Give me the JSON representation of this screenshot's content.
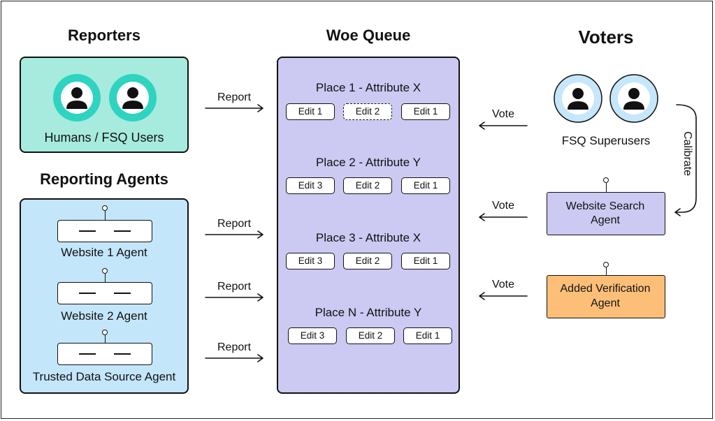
{
  "reporters": {
    "heading": "Reporters",
    "caption": "Humans / FSQ Users",
    "colors": {
      "panel_fill": "#a6ebde",
      "avatar_ring": "#2ed4c0"
    }
  },
  "reporting_agents": {
    "heading": "Reporting Agents",
    "items": [
      {
        "label": "Website 1 Agent"
      },
      {
        "label": "Website 2 Agent"
      },
      {
        "label": "Trusted Data Source Agent"
      }
    ],
    "colors": {
      "panel_fill": "#c4e6fb"
    }
  },
  "woe_queue": {
    "heading": "Woe Queue",
    "colors": {
      "panel_fill": "#cccaf2"
    },
    "groups": [
      {
        "title": "Place 1 - Attribute X",
        "edits": [
          {
            "label": "Edit 1"
          },
          {
            "label": "Edit 2",
            "pending": true
          },
          {
            "label": "Edit 1"
          }
        ]
      },
      {
        "title": "Place 2 - Attribute Y",
        "edits": [
          {
            "label": "Edit 3"
          },
          {
            "label": "Edit 2"
          },
          {
            "label": "Edit 1"
          }
        ]
      },
      {
        "title": "Place 3 - Attribute X",
        "edits": [
          {
            "label": "Edit 3"
          },
          {
            "label": "Edit 2"
          },
          {
            "label": "Edit 1"
          }
        ]
      },
      {
        "title": "Place N - Attribute Y",
        "edits": [
          {
            "label": "Edit 3"
          },
          {
            "label": "Edit 2"
          },
          {
            "label": "Edit 1"
          }
        ]
      }
    ]
  },
  "voters": {
    "heading": "Voters",
    "superusers_caption": "FSQ Superusers",
    "calibrate_label": "Calibrate",
    "website_search_agent": "Website Search Agent",
    "verification_agent": "Added Verification Agent",
    "colors": {
      "avatar_ring": "#c6e6fb",
      "search_agent_fill": "#cccaf2",
      "verification_fill": "#fdbf78"
    }
  },
  "flows": {
    "report_label": "Report",
    "vote_label": "Vote"
  }
}
